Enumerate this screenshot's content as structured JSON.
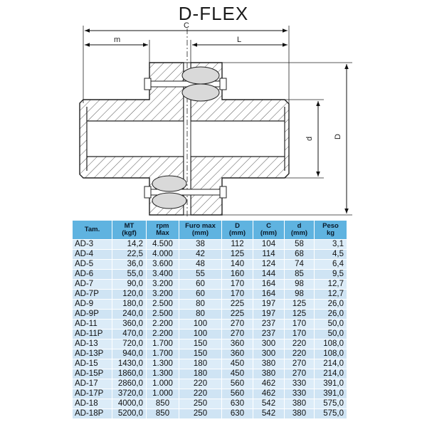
{
  "title": "D-FLEX",
  "drawing": {
    "dim_c": "C",
    "dim_m": "m",
    "dim_l": "L",
    "dim_d_small": "d",
    "dim_d_large": "D"
  },
  "table": {
    "headers": [
      "Tam.",
      "MT\n(kgf)",
      "rpm\nMax",
      "Furo max\n(mm)",
      "D\n(mm)",
      "C\n(mm)",
      "d\n(mm)",
      "Peso\nkg"
    ],
    "rows": [
      [
        "AD-3",
        "14,2",
        "4.500",
        "38",
        "112",
        "104",
        "58",
        "3,1"
      ],
      [
        "AD-4",
        "22,5",
        "4.000",
        "42",
        "125",
        "114",
        "68",
        "4,5"
      ],
      [
        "AD-5",
        "36,0",
        "3.600",
        "48",
        "140",
        "124",
        "74",
        "6,4"
      ],
      [
        "AD-6",
        "55,0",
        "3.400",
        "55",
        "160",
        "144",
        "85",
        "9,5"
      ],
      [
        "AD-7",
        "90,0",
        "3.200",
        "60",
        "170",
        "164",
        "98",
        "12,7"
      ],
      [
        "AD-7P",
        "120,0",
        "3.200",
        "60",
        "170",
        "164",
        "98",
        "12,7"
      ],
      [
        "AD-9",
        "180,0",
        "2.500",
        "80",
        "225",
        "197",
        "125",
        "26,0"
      ],
      [
        "AD-9P",
        "240,0",
        "2.500",
        "80",
        "225",
        "197",
        "125",
        "26,0"
      ],
      [
        "AD-11",
        "360,0",
        "2.200",
        "100",
        "270",
        "237",
        "170",
        "50,0"
      ],
      [
        "AD-11P",
        "470,0",
        "2.200",
        "100",
        "270",
        "237",
        "170",
        "50,0"
      ],
      [
        "AD-13",
        "720,0",
        "1.700",
        "150",
        "360",
        "300",
        "220",
        "108,0"
      ],
      [
        "AD-13P",
        "940,0",
        "1.700",
        "150",
        "360",
        "300",
        "220",
        "108,0"
      ],
      [
        "AD-15",
        "1430,0",
        "1.300",
        "180",
        "450",
        "380",
        "270",
        "214,0"
      ],
      [
        "AD-15P",
        "1860,0",
        "1.300",
        "180",
        "450",
        "380",
        "270",
        "214,0"
      ],
      [
        "AD-17",
        "2860,0",
        "1.000",
        "220",
        "560",
        "462",
        "330",
        "391,0"
      ],
      [
        "AD-17P",
        "3720,0",
        "1.000",
        "220",
        "560",
        "462",
        "330",
        "391,0"
      ],
      [
        "AD-18",
        "4000,0",
        "850",
        "250",
        "630",
        "542",
        "380",
        "575,0"
      ],
      [
        "AD-18P",
        "5200,0",
        "850",
        "250",
        "630",
        "542",
        "380",
        "575,0"
      ]
    ]
  }
}
